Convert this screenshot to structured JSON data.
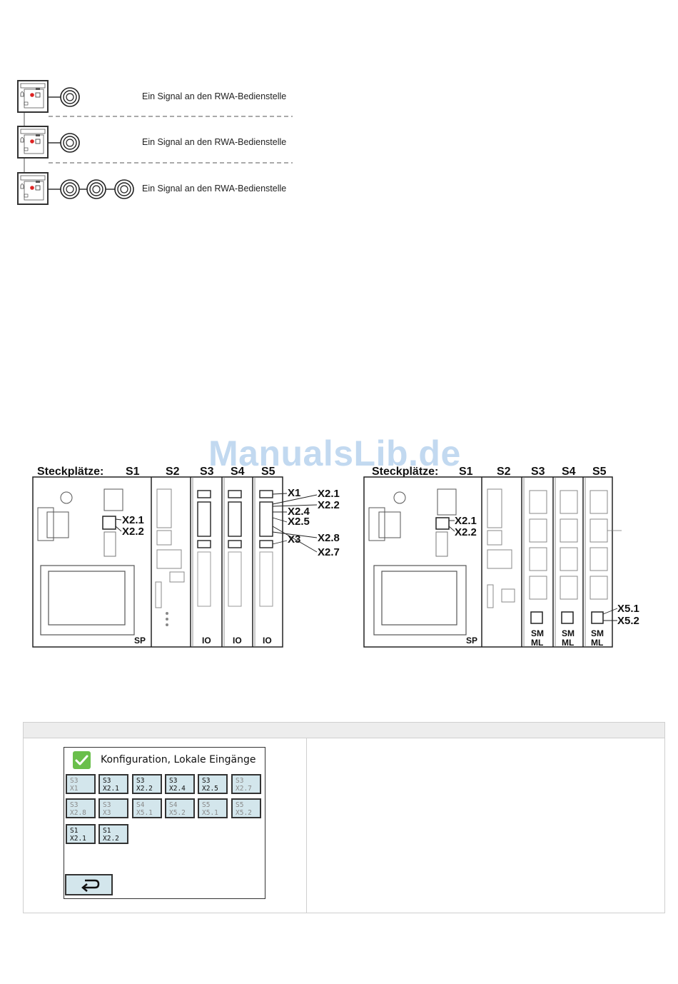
{
  "signal_rows": [
    {
      "label": "Ein Signal an den RWA-Bedienstelle"
    },
    {
      "label": "Ein Signal an den RWA-Bedienstelle"
    },
    {
      "label": "Ein Signal an den RWA-Bedienstelle"
    }
  ],
  "watermark": "ManualsLib.de",
  "diagram_left": {
    "title": "Steckplätze:",
    "slots": [
      "S1",
      "S2",
      "S3",
      "S4",
      "S5"
    ],
    "module_labels": [
      "SP",
      "IO",
      "IO",
      "IO"
    ],
    "callouts": [
      "X1",
      "X2.1",
      "X2.2",
      "X2.4",
      "X2.5",
      "X2.7",
      "X2.8",
      "X3"
    ],
    "s1_callouts": [
      "X2.1",
      "X2.2"
    ]
  },
  "diagram_right": {
    "title": "Steckplätze:",
    "slots": [
      "S1",
      "S2",
      "S3",
      "S4",
      "S5"
    ],
    "module_labels": [
      "SP",
      "SM\nML",
      "SM\nML",
      "SM\nML"
    ],
    "callouts": [
      "X5.1",
      "X5.2"
    ],
    "s1_callouts": [
      "X2.1",
      "X2.2"
    ]
  },
  "screen": {
    "title": "Konfiguration, Lokale Eingänge",
    "tiles": [
      {
        "line1": "S3",
        "line2": "X1",
        "active": false
      },
      {
        "line1": "S3",
        "line2": "X2.1",
        "active": true
      },
      {
        "line1": "S3",
        "line2": "X2.2",
        "active": true
      },
      {
        "line1": "S3",
        "line2": "X2.4",
        "active": true
      },
      {
        "line1": "S3",
        "line2": "X2.5",
        "active": true
      },
      {
        "line1": "S3",
        "line2": "X2.7",
        "active": false
      },
      {
        "line1": "S3",
        "line2": "X2.8",
        "active": false
      },
      {
        "line1": "S3",
        "line2": "X3",
        "active": false
      },
      {
        "line1": "S4",
        "line2": "X5.1",
        "active": false
      },
      {
        "line1": "S4",
        "line2": "X5.2",
        "active": false
      },
      {
        "line1": "S5",
        "line2": "X5.1",
        "active": false
      },
      {
        "line1": "S5",
        "line2": "X5.2",
        "active": false
      },
      {
        "line1": "S1",
        "line2": "X2.1",
        "active": true
      },
      {
        "line1": "S1",
        "line2": "X2.2",
        "active": true
      }
    ],
    "icons": {
      "check": "checkmark-icon",
      "back": "return-arrow-icon"
    }
  }
}
